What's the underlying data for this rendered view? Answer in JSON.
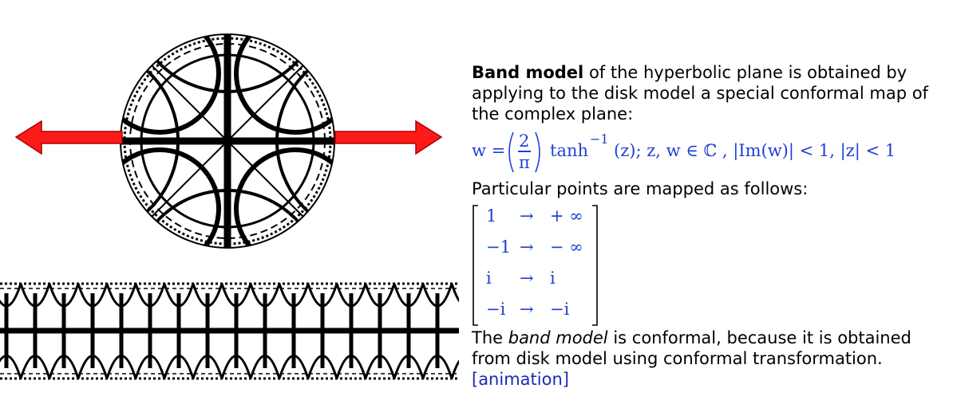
{
  "description": {
    "bold_lead": "Band model",
    "intro_rest": " of the hyperbolic plane is obtained by applying to the disk model a special conformal map of the complex plane:",
    "formula": {
      "lhs": "w =",
      "frac_num": "2",
      "frac_den": "π",
      "func": "tanh",
      "exponent": "−1",
      "rest": "(z); z, w ∈  ℂ , |Im(w)| < 1, |z| < 1"
    },
    "mapping_intro": "Particular points are mapped as follows:",
    "mapping": [
      {
        "from": "1",
        "arrow": "→",
        "to": "+ ∞"
      },
      {
        "from": "−1",
        "arrow": "→",
        "to": "− ∞"
      },
      {
        "from": "i",
        "arrow": "→",
        "to": "i"
      },
      {
        "from": "−i",
        "arrow": "→",
        "to": "−i"
      }
    ],
    "conclusion_start": "The ",
    "conclusion_em": "band model",
    "conclusion_rest": " is conformal, because it is obtained from disk model using conformal transformation. ",
    "link": "[animation]"
  },
  "colors": {
    "arrow": "#ff1a1a",
    "math": "#1f3fd6",
    "link": "#1a2bb0"
  }
}
